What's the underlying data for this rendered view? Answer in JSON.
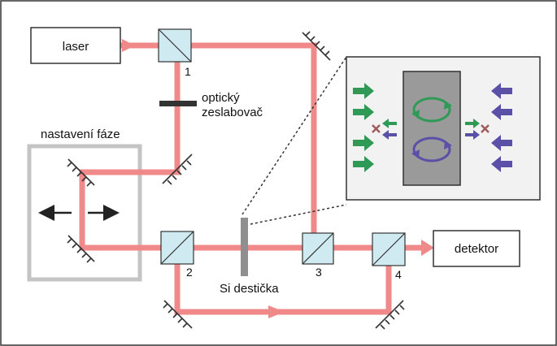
{
  "labels": {
    "laser": "laser",
    "detector": "detektor",
    "phase_box": "nastavení fáze",
    "attenuator_line1": "optický",
    "attenuator_line2": "zeslabovač",
    "sample": "Si destička"
  },
  "beam_splitters": [
    {
      "number": "1"
    },
    {
      "number": "2"
    },
    {
      "number": "3"
    },
    {
      "number": "4"
    }
  ],
  "colors": {
    "beam": "#f08a8a",
    "splitter_fill": "#cfeaf0",
    "phase_box": "#c4c4c4",
    "sample": "#8f8f8f",
    "inset_slab": "#9a9a9a",
    "green": "#2f9a56",
    "purple": "#5a50a8",
    "cross": "#a05a5a"
  },
  "icons": {
    "mirror": "mirror-icon",
    "beam_splitter": "beam-splitter-icon",
    "arrow": "arrow-icon",
    "cross": "cross-icon",
    "loop": "loop-arrow-icon"
  }
}
